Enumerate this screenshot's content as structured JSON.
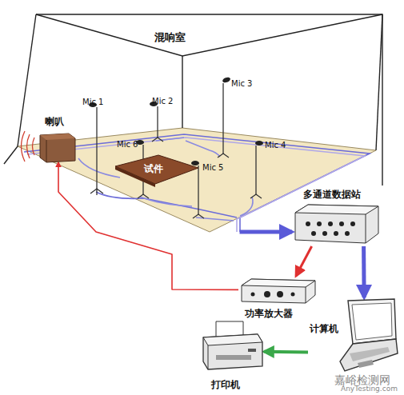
{
  "diagram": {
    "nodes": [
      {
        "text": [
          "混响室"
        ]
      },
      {
        "text": [
          "喇叭"
        ],
        "in": 0
      },
      {
        "text": [
          "试件"
        ],
        "in": 0
      },
      {
        "text": [
          "多通道数据站"
        ]
      },
      {
        "text": [
          "功率放大器"
        ]
      },
      {
        "text": [
          "计算机"
        ]
      },
      {
        "text": [
          "打印机"
        ]
      }
    ],
    "edges": [
      {
        "from": 0,
        "to": 3,
        "arrow": "to"
      },
      {
        "from": 3,
        "to": 4,
        "arrow": "to"
      },
      {
        "from": 4,
        "to": 1,
        "arrow": "to"
      },
      {
        "from": 3,
        "to": 5,
        "arrow": "to"
      },
      {
        "from": 5,
        "to": 6,
        "arrow": "to"
      }
    ],
    "labels": [
      "Mic 1",
      "Mic 2",
      "Mic 3",
      "Mic 4",
      "Mic 6",
      "Mic 5",
      "嘉峪检测网",
      "AnyTesting.com"
    ]
  }
}
